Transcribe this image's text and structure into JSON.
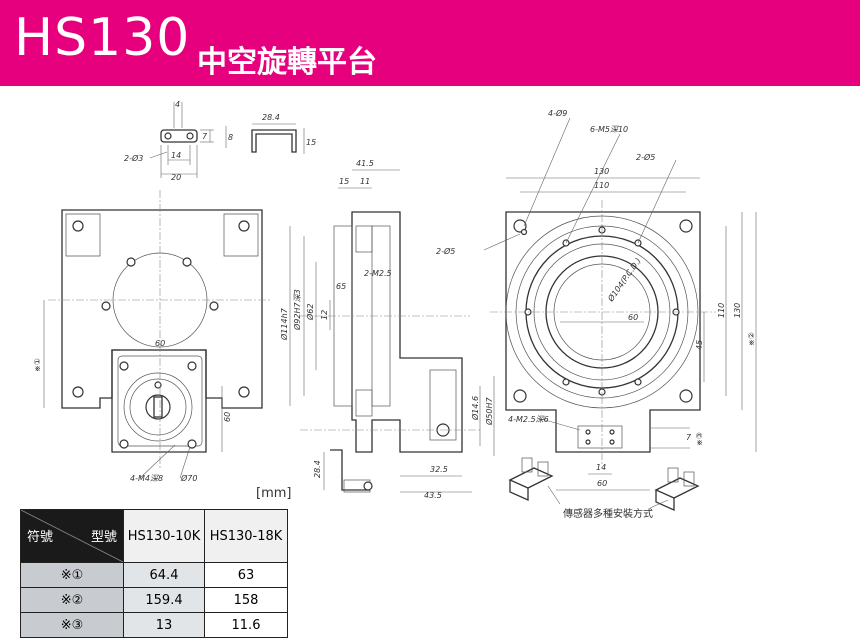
{
  "header": {
    "model": "HS130",
    "title": "中空旋轉平台",
    "bg_color": "#e6007e"
  },
  "unit": "[mm]",
  "sensor_note": "傳感器多種安裝方式",
  "table": {
    "corner_symbol": "符號",
    "corner_model": "型號",
    "columns": [
      "HS130-10K",
      "HS130-18K"
    ],
    "rows": [
      {
        "symbol": "※①",
        "values": [
          "64.4",
          "63"
        ]
      },
      {
        "symbol": "※②",
        "values": [
          "159.4",
          "158"
        ]
      },
      {
        "symbol": "※③",
        "values": [
          "13",
          "11.6"
        ]
      }
    ]
  },
  "dims": {
    "d4": "4",
    "d7": "7",
    "d8": "8",
    "d2_3": "2-Ø3",
    "d14": "14",
    "d20": "20",
    "d28_4": "28.4",
    "d15": "15",
    "d41_5": "41.5",
    "d11": "11",
    "dm25": "2-M2.5",
    "d65": "65",
    "d62": "Ø62",
    "d114": "Ø114h7",
    "d92": "Ø92H7深3",
    "d12": "12",
    "d4_9": "4-Ø9",
    "d6m5": "6-M5深10",
    "d2_5a": "2-Ø5",
    "d2_5b": "2-Ø5",
    "d130": "130",
    "d110": "110",
    "d104": "Ø104(P.C.D.)",
    "d60a": "60",
    "d110v": "110",
    "d130v": "130",
    "d45": "45",
    "x2": "※②",
    "d60b": "60",
    "x1": "※①",
    "d4m4": "4-M4深8",
    "d70": "Ø70",
    "d60c": "60",
    "d4m25": "4-M2.5深6",
    "d14b": "Ø14.6",
    "d50": "Ø50H7",
    "d32": "32.5",
    "d43": "43.5",
    "d28b": "28.4",
    "d7b": "7",
    "x3": "※③",
    "d14c": "14",
    "d60d": "60"
  }
}
